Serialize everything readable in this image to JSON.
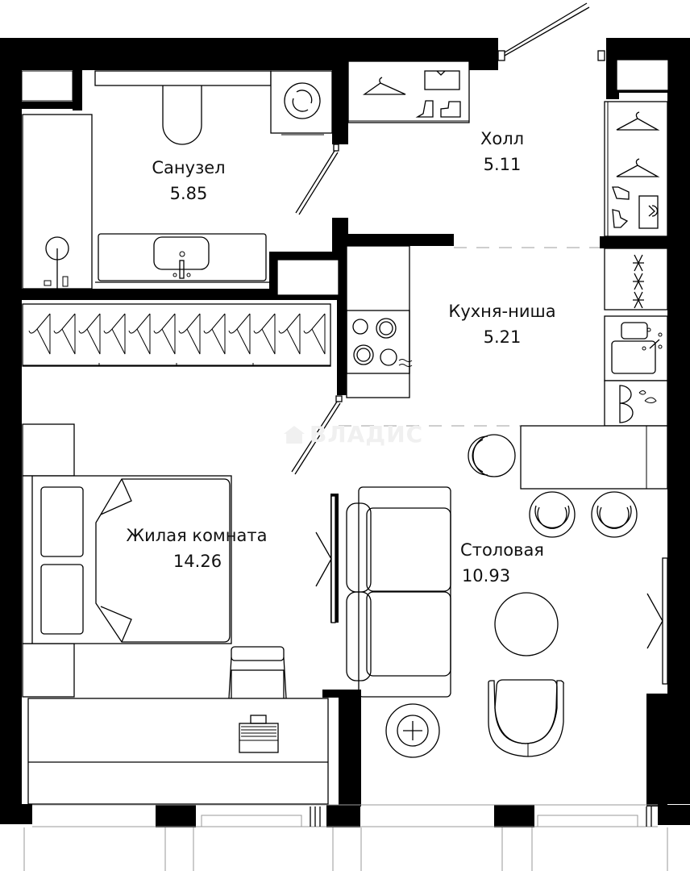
{
  "plan": {
    "type": "apartment-floor-plan",
    "watermark": "ВЛАДИС",
    "colors": {
      "walls": "#000000",
      "background": "#ffffff",
      "furniture_stroke": "#000000",
      "zone_divider": "#b0b0b0"
    },
    "rooms": [
      {
        "id": "bathroom",
        "name": "Санузел",
        "area": "5.85"
      },
      {
        "id": "hall",
        "name": "Холл",
        "area": "5.11"
      },
      {
        "id": "kitchen",
        "name": "Кухня-ниша",
        "area": "5.21"
      },
      {
        "id": "living",
        "name": "Жилая комната",
        "area": "14.26"
      },
      {
        "id": "dining",
        "name": "Столовая",
        "area": "10.93"
      }
    ],
    "fixtures": [
      "bathtub",
      "toilet",
      "washing-machine",
      "sink-vanity",
      "wardrobe-hall-top",
      "wardrobe-hall-right",
      "wardrobe-living",
      "hob",
      "kitchen-sink",
      "dishwasher",
      "fridge",
      "bar-counter",
      "bar-stool",
      "bed",
      "desk",
      "laptop",
      "office-chair",
      "sofa",
      "floor-lamp",
      "dining-table",
      "armchair",
      "entrance-door",
      "interior-door"
    ]
  }
}
